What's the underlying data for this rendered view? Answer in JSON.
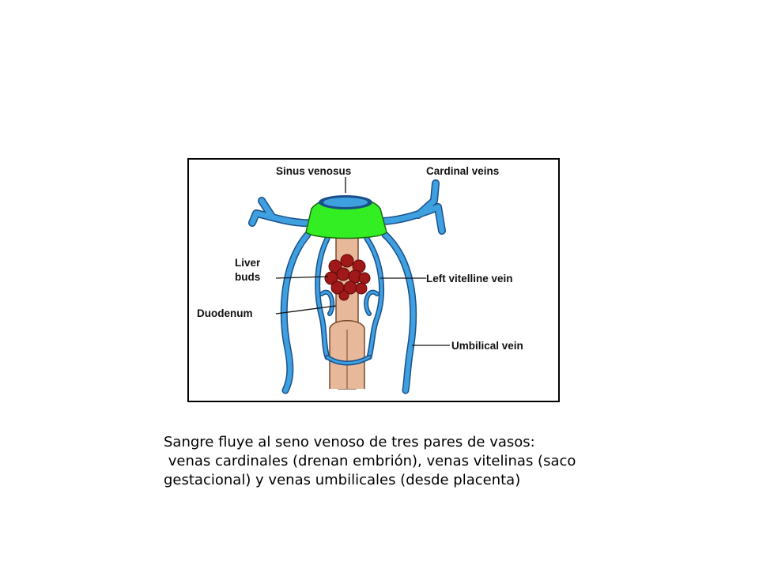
{
  "diagram": {
    "labels": {
      "sinus_venosus": "Sinus venosus",
      "cardinal_veins": "Cardinal veins",
      "liver_buds_1": "Liver",
      "liver_buds_2": "buds",
      "left_vitelline_vein": "Left vitelline vein",
      "duodenum": "Duodenum",
      "umbilical_vein": "Umbilical vein"
    },
    "colors": {
      "sinus_venosus": "#33ee22",
      "veins": "#3fa0e0",
      "vein_outline": "#1a4f8a",
      "duodenum": "#e8b89a",
      "liver_buds": "#a01818"
    }
  },
  "caption": {
    "line1": "Sangre fluye al seno venoso de tres pares de vasos:",
    "line2": " venas cardinales (drenan embrión), venas vitelinas (saco",
    "line3": "gestacional) y venas umbilicales (desde placenta)"
  }
}
